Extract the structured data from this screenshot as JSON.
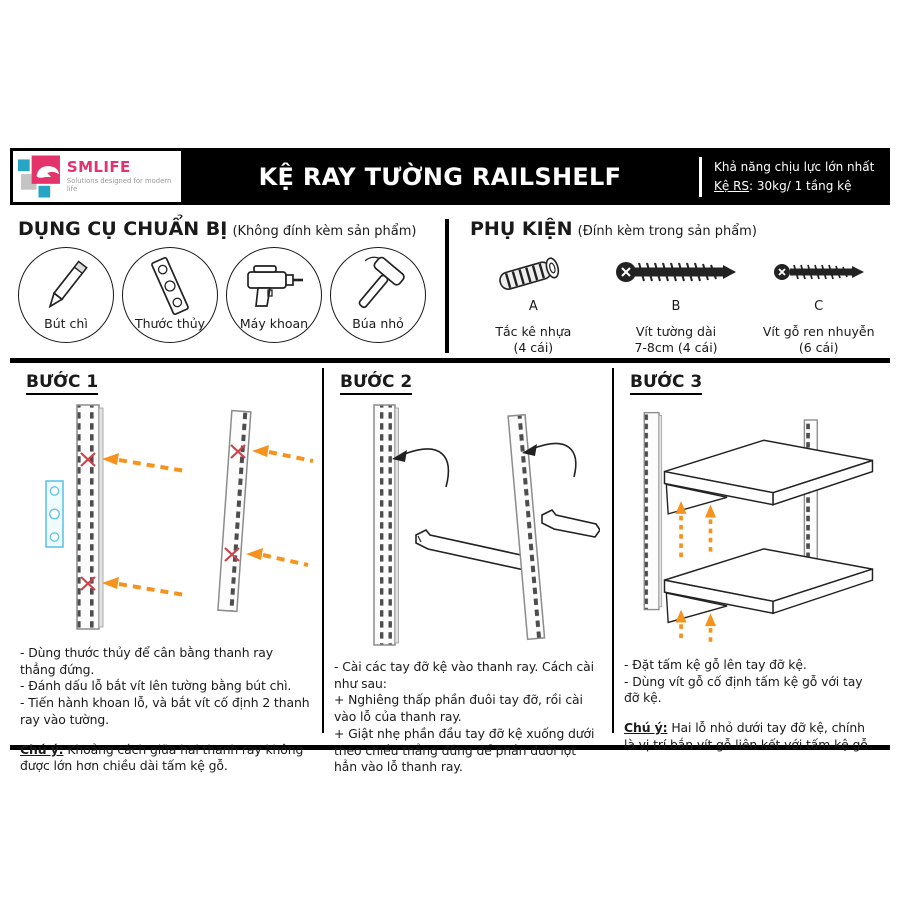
{
  "header": {
    "logo": {
      "brand": "SMLIFE",
      "tagline": "Solutions designed for modern life"
    },
    "title": "KỆ RAY TƯỜNG RAILSHELF",
    "capacity_line1": "Khả năng chịu lực lớn nhất",
    "capacity_label": "Kệ RS",
    "capacity_rest": ": 30kg/ 1 tầng kệ"
  },
  "tools_section": {
    "title": "DỤNG CỤ CHUẨN BỊ",
    "subtitle": "(Không đính kèm sản phẩm)",
    "items": [
      {
        "label": "Bút chì",
        "icon": "pencil-icon"
      },
      {
        "label": "Thước thủy",
        "icon": "level-icon"
      },
      {
        "label": "Máy khoan",
        "icon": "drill-icon"
      },
      {
        "label": "Búa nhỏ",
        "icon": "hammer-icon"
      }
    ]
  },
  "accessories_section": {
    "title": "PHỤ KIỆN",
    "subtitle": "(Đính kèm trong sản phẩm)",
    "items": [
      {
        "letter": "A",
        "name": "Tắc kê nhựa",
        "qty": "(4 cái)",
        "icon": "plastic-anchor-icon"
      },
      {
        "letter": "B",
        "name": "Vít tường dài",
        "qty": "7-8cm (4 cái)",
        "icon": "long-wall-screw-icon"
      },
      {
        "letter": "C",
        "name": "Vít gỗ ren nhuyễn",
        "qty": "(6 cái)",
        "icon": "fine-wood-screw-icon"
      }
    ]
  },
  "steps": [
    {
      "title": "BƯỚC 1",
      "lines": [
        "- Dùng thước thủy để cân bằng thanh ray thẳng đứng.",
        "- Đánh dấu lỗ bắt vít lên tường bằng bút chì.",
        "- Tiến hành khoan lỗ, và bắt vít cố định 2 thanh ray vào tường."
      ],
      "note_label": "Chú ý:",
      "note_text": " Khoảng cách giữa hai thanh ray không được lớn hơn chiều dài tấm kệ gỗ."
    },
    {
      "title": "BƯỚC 2",
      "lines": [
        "- Cài các tay đỡ kệ vào thanh ray. Cách cài như sau:",
        "+ Nghiêng thấp phần đuôi tay đỡ, rồi cài vào lỗ của thanh ray.",
        "+ Giật nhẹ phần đầu tay đỡ kệ xuống dưới theo chiều thẳng đứng để phần đuôi lọt hẳn vào lỗ thanh ray."
      ]
    },
    {
      "title": "BƯỚC 3",
      "lines": [
        "- Đặt tấm kệ gỗ lên tay đỡ kệ.",
        "- Dùng vít gỗ cố định tấm kệ gỗ với tay đỡ kệ."
      ],
      "note_label": "Chú ý:",
      "note_text": " Hai lỗ nhỏ dưới tay đỡ kệ, chính là vị trí bắn vít gỗ liên kết với tấm kệ gỗ"
    }
  ],
  "colors": {
    "brand_pink": "#E4326B",
    "brand_teal": "#27A5C4",
    "logo_gray": "#C4C4C4",
    "accent_orange": "#F6921E",
    "mark_red": "#C9444D",
    "level_blue": "#5EC4E8"
  }
}
